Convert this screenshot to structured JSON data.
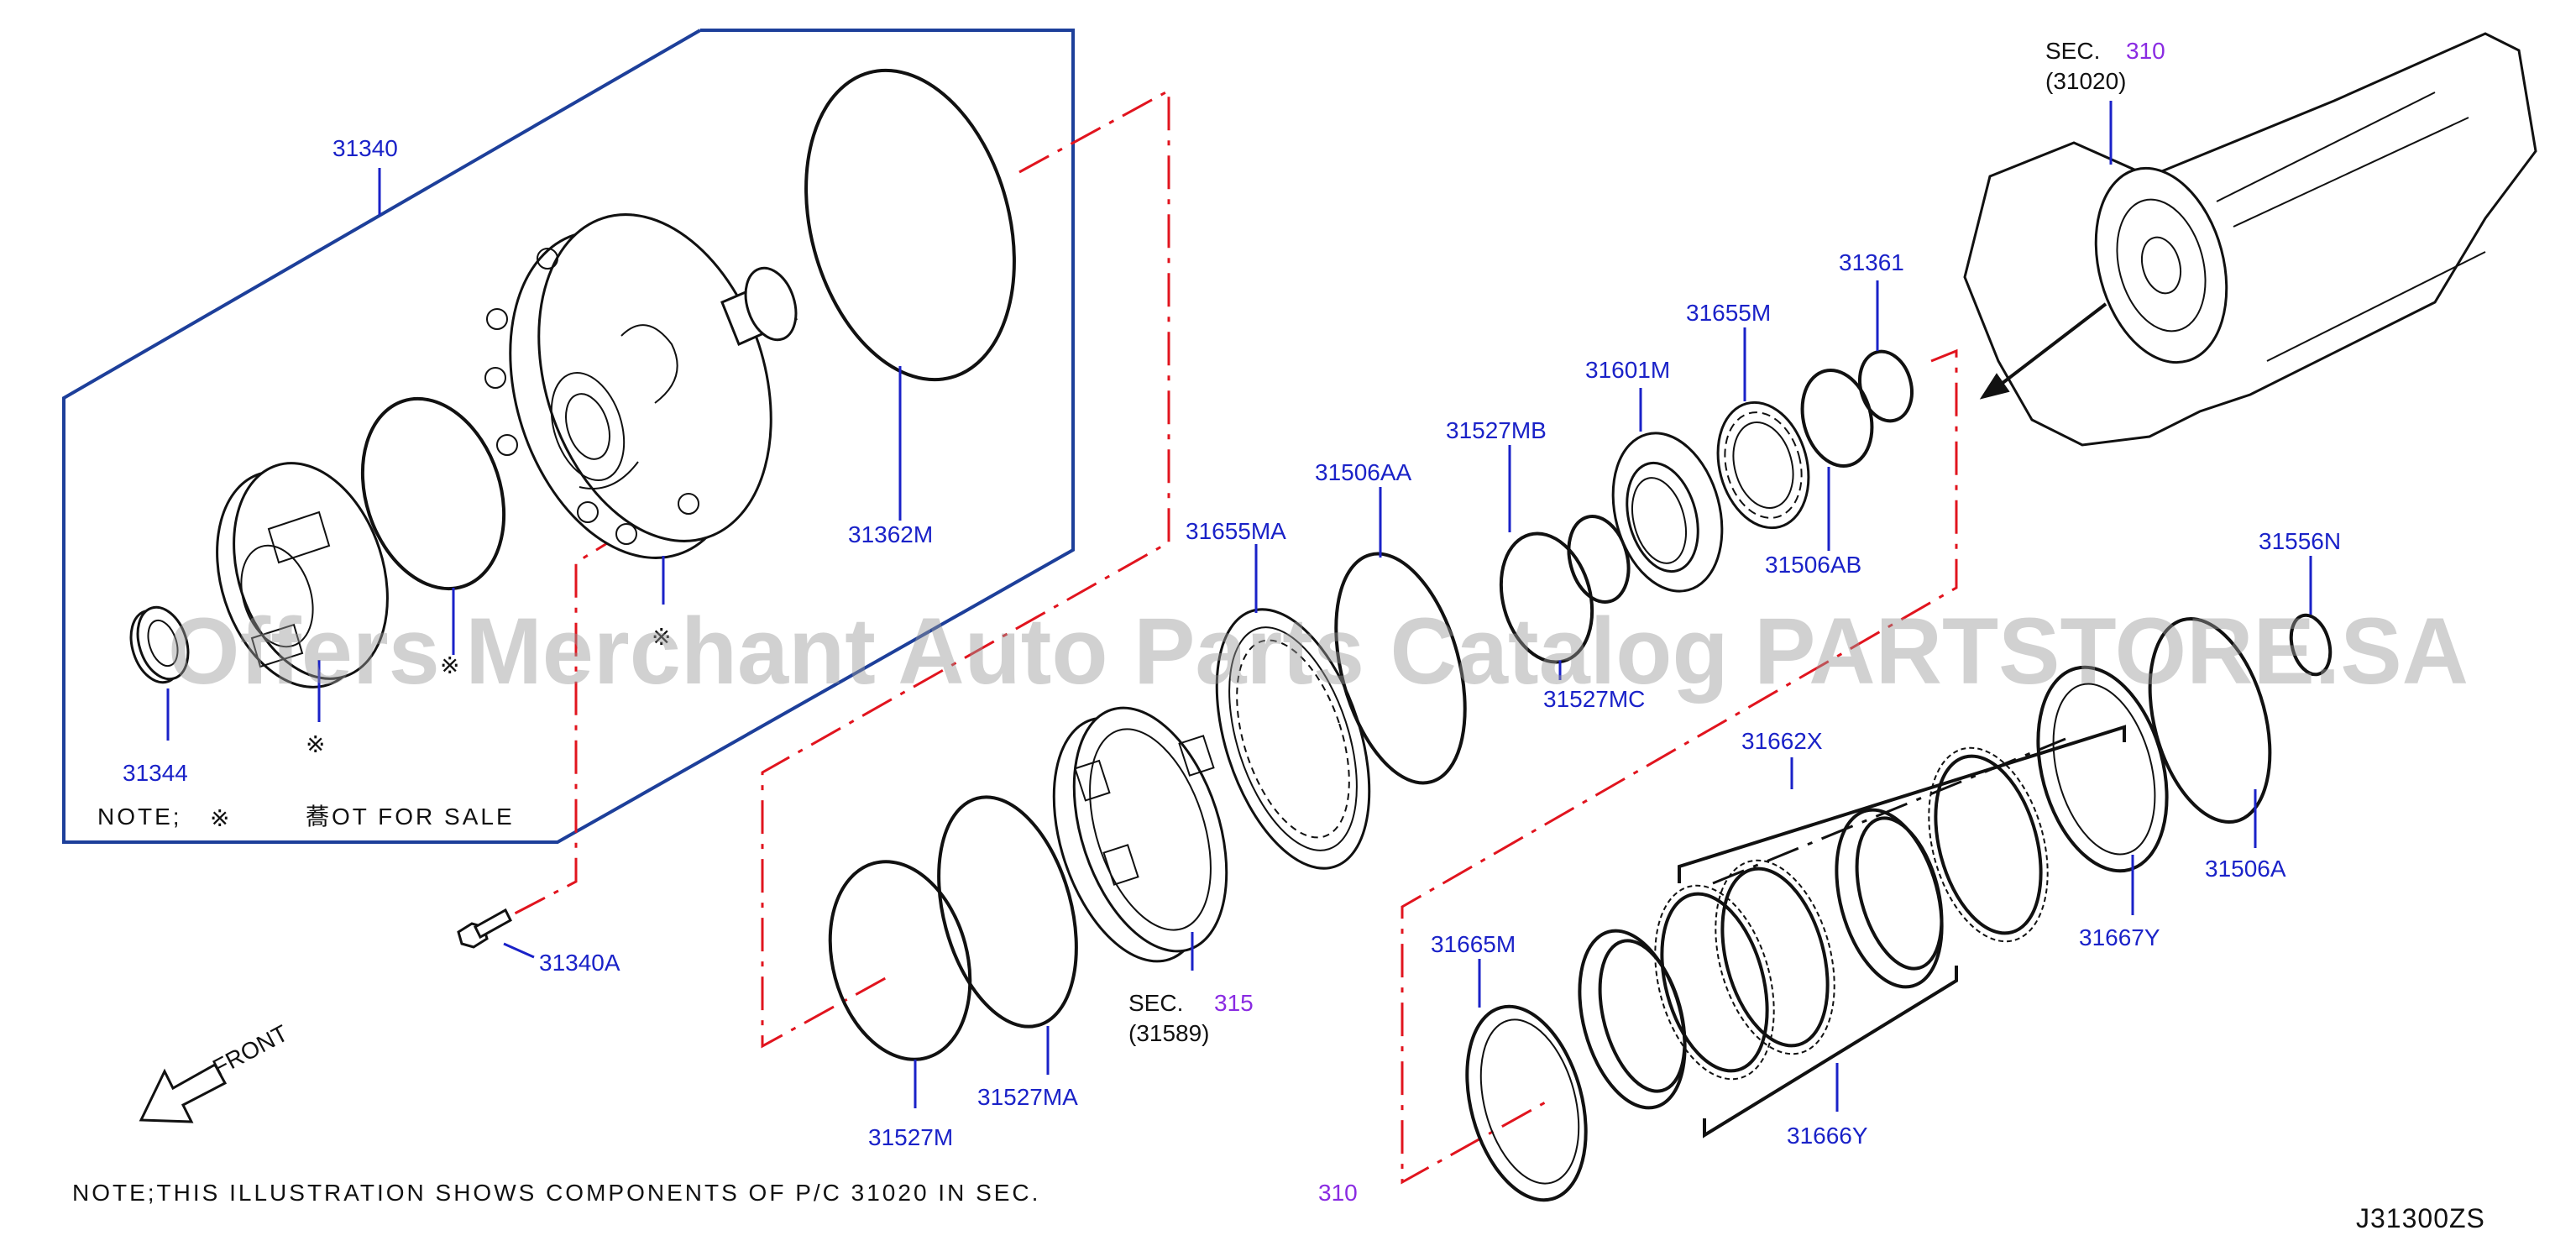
{
  "callouts": {
    "p31340": "31340",
    "p31362M": "31362M",
    "p31344": "31344",
    "p31340A": "31340A",
    "p31527M": "31527M",
    "p31527MA": "31527MA",
    "p31655MA": "31655MA",
    "p31506AA": "31506AA",
    "p31527MB": "31527MB",
    "p31527MC": "31527MC",
    "p31601M": "31601M",
    "p31655M": "31655M",
    "p31506AB": "31506AB",
    "p31361": "31361",
    "p31556N": "31556N",
    "p31506A": "31506A",
    "p31667Y": "31667Y",
    "p31662X": "31662X",
    "p31666Y": "31666Y",
    "p31665M": "31665M"
  },
  "markers": {
    "kome": "※"
  },
  "sections": {
    "sec310_prefix": "SEC.",
    "sec310_num": "310",
    "sec310_ref": "(31020)",
    "sec315_prefix": "SEC.",
    "sec315_num": "315",
    "sec315_ref": "(31589)"
  },
  "notes": {
    "note1_prefix": "NOTE;",
    "note1_symbol": "※",
    "note1_text": "蕎OT FOR SALE",
    "note2_text": "NOTE;THIS ILLUSTRATION SHOWS COMPONENTS OF P/C 31020 IN SEC.",
    "note2_sec": "310"
  },
  "front_label": "FRONT",
  "diagram_id": "J31300ZS",
  "watermark": "Offers Merchant Auto Parts Catalog PARTSTORE.SA",
  "colors": {
    "callout": "#1a22c8",
    "section_number": "#8a2be2",
    "phantom_line": "#e1141e",
    "assembly_box": "#1d3f9a",
    "line_art": "#111111"
  }
}
